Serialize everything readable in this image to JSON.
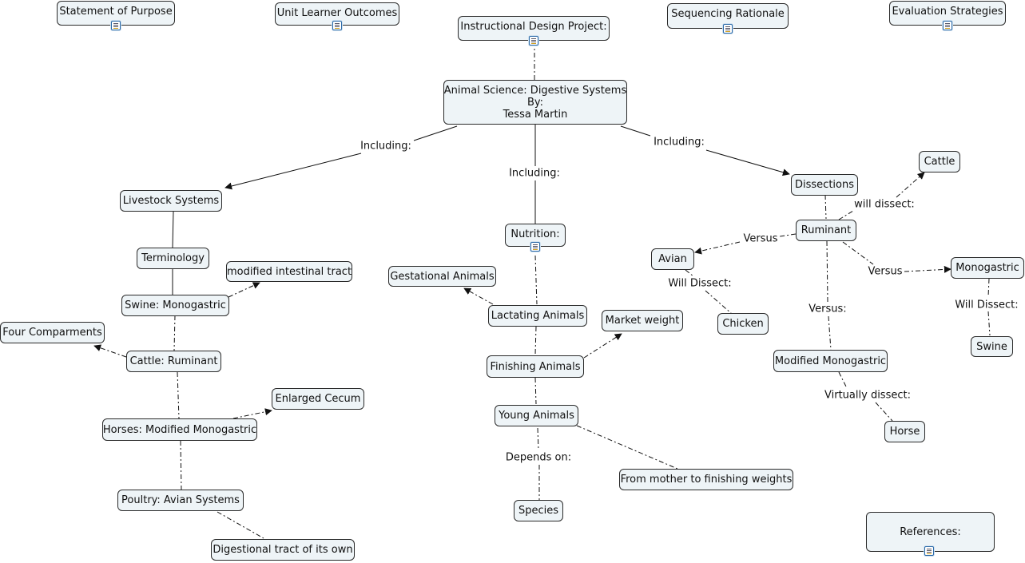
{
  "nodes": {
    "statement": "Statement of Purpose",
    "outcomes": "Unit Learner Outcomes",
    "instructional": "Instructional Design Project:",
    "sequencing": "Sequencing Rationale",
    "evaluation": "Evaluation Strategies",
    "main_line1": "Animal Science: Digestive Systems",
    "main_line2": "By:",
    "main_line3": "Tessa Martin",
    "livestock": "Livestock Systems",
    "terminology": "Terminology",
    "swine_mono": "Swine: Monogastric",
    "modified_tract": "modified intestinal tract",
    "four_comp": "Four Comparments",
    "cattle_rum": "Cattle: Ruminant",
    "enlarged_cecum": "Enlarged Cecum",
    "horses": "Horses: Modified Monogastric",
    "poultry": "Poultry: Avian Systems",
    "digestional": "Digestional tract of its own",
    "nutrition": "Nutrition:",
    "gestational": "Gestational Animals",
    "lactating": "Lactating Animals",
    "market_weight": "Market weight",
    "finishing": "Finishing Animals",
    "young": "Young Animals",
    "mother": "From mother to finishing weights",
    "species": "Species",
    "dissections": "Dissections",
    "cattle": "Cattle",
    "ruminant": "Ruminant",
    "avian": "Avian",
    "chicken": "Chicken",
    "monogastric": "Monogastric",
    "swine": "Swine",
    "mod_mono": "Modified Monogastric",
    "horse": "Horse",
    "references": "References:"
  },
  "links": {
    "including_left": "Including:",
    "including_mid": "Including:",
    "including_right": "Including:",
    "will_dissect_cattle": "will dissect:",
    "versus_avian": "Versus",
    "versus_mono": "Versus",
    "versus_mod": "Versus:",
    "will_dissect_chicken": "Will Dissect:",
    "will_dissect_swine": "Will Dissect:",
    "virtually_dissect": "Virtually dissect:",
    "depends_on": "Depends on:"
  },
  "icons": {
    "resource": "document-icon"
  },
  "colors": {
    "node_fill": "#eef4f7",
    "node_border": "#2a2a2a",
    "line": "#111111",
    "icon_border": "#2b6aa8"
  }
}
